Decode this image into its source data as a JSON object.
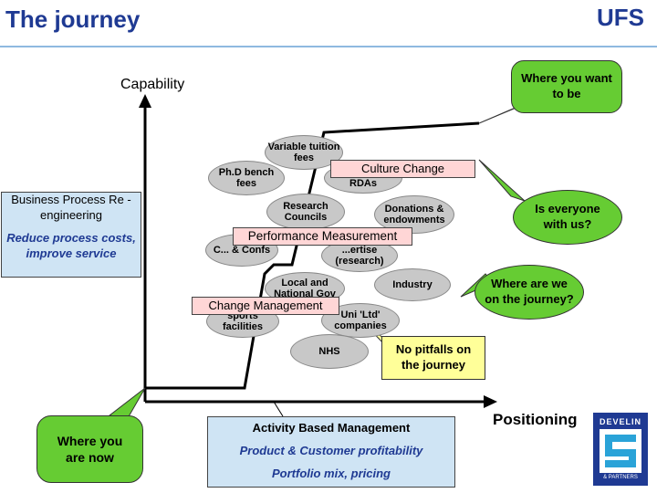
{
  "header": {
    "title": "The journey",
    "org": "UFS"
  },
  "axes": {
    "y_label": "Capability",
    "x_label": "Positioning"
  },
  "callouts": {
    "where_you_want": "Where you want to be",
    "where_you_are": "Where you are now",
    "everyone_with_us": "Is everyone with us?",
    "where_are_we": "Where are we on the journey?",
    "no_pitfalls": "No pitfalls on the journey"
  },
  "left_box": {
    "heading": "Business Process Re -engineering",
    "subtext": "Reduce process costs, improve service"
  },
  "pink_labels": {
    "culture": "Culture Change",
    "performance": "Performance Measurement",
    "change": "Change Management"
  },
  "ellipses": {
    "variable_fees": "Variable tuition fees",
    "phd_fees": "Ph.D bench fees",
    "rdas": "RDAs",
    "research_councils": "Research Councils",
    "donations": "Donations & endowments",
    "conferences": "C... & Confs",
    "expertise": "...ertise (research)",
    "local_gov": "Local and National Gov",
    "industry": "Industry",
    "sports": "sports facilities",
    "uni_ltd": "Uni 'Ltd' companies",
    "nhs": "NHS"
  },
  "bottom_box": {
    "line1": "Activity Based Management",
    "line2": "Product & Customer profitability",
    "line3": "Portfolio mix, pricing"
  },
  "logo": {
    "name": "DEVELIN",
    "suffix": "& PARTNERS"
  }
}
